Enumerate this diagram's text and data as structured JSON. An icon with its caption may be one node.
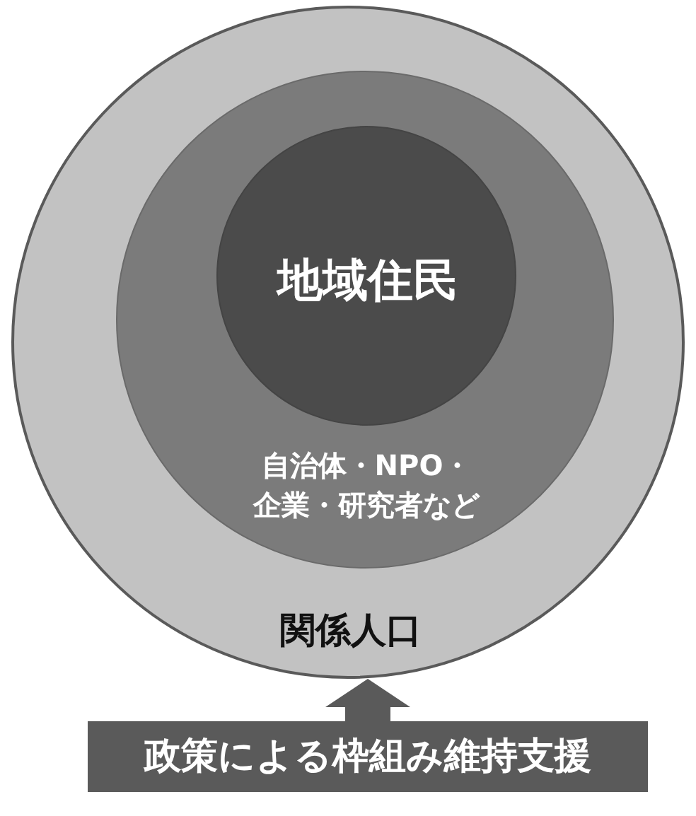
{
  "diagram": {
    "nodes": [
      {
        "text": [
          "関係人口"
        ]
      },
      {
        "text": [
          "自治体・NPO・企業・研究者など"
        ],
        "in": 0
      },
      {
        "text": [
          "地域住民"
        ],
        "in": 1
      },
      {
        "text": [
          "政策による枠組み維持支援"
        ]
      }
    ],
    "edges": [
      {
        "from": 3,
        "to": 0,
        "arrow": "to",
        "style": "thick"
      }
    ]
  }
}
